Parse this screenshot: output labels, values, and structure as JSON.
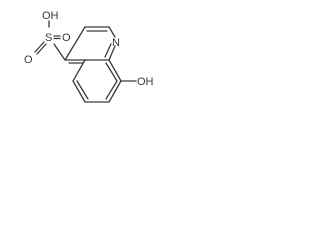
{
  "molecule": {
    "atoms": {
      "oh_sulfonic": "OH",
      "s": "S",
      "o_upper": "O",
      "o_lower": "O",
      "n": "N",
      "oh_phenol": "OH"
    },
    "bond_color": "#3a3a3a",
    "background": "#ffffff"
  }
}
